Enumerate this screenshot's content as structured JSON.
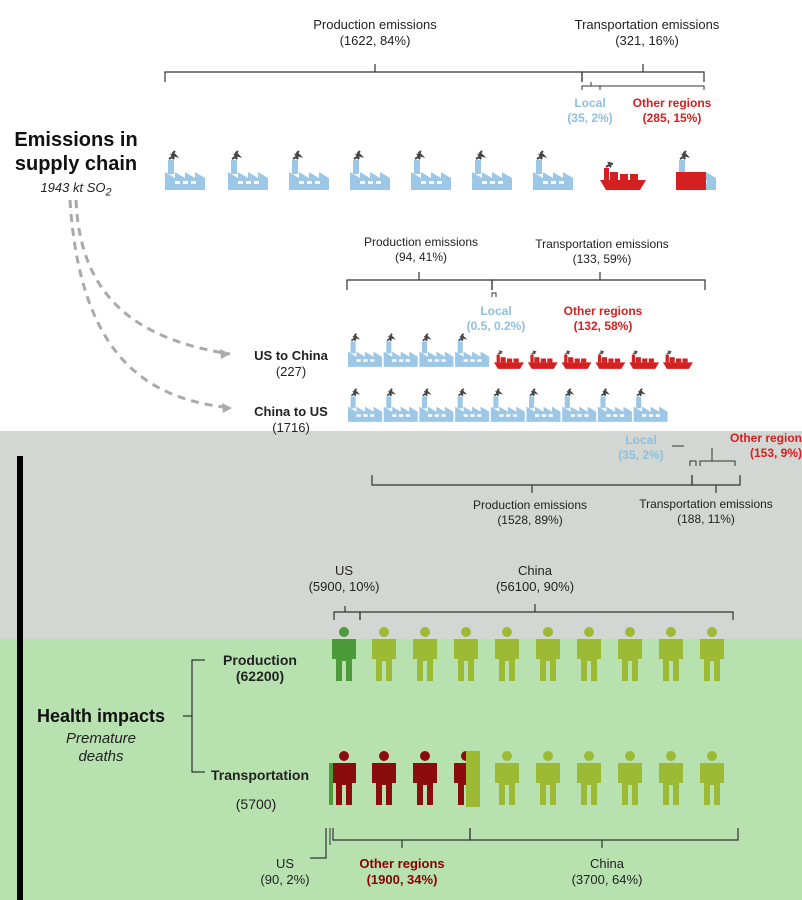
{
  "supply_chain": {
    "title_line1": "Emissions in",
    "title_line2": "supply chain",
    "total": "1943 kt SO",
    "total_sub": "2",
    "production": {
      "label": "Production emissions",
      "value": "(1622, 84%)"
    },
    "transportation": {
      "label": "Transportation emissions",
      "value": "(321, 16%)"
    },
    "local": {
      "label": "Local",
      "value": "(35, 2%)"
    },
    "other_regions": {
      "label": "Other regions",
      "value": "(285, 15%)"
    }
  },
  "us_to_china": {
    "route": "US to China",
    "total": "(227)",
    "production": {
      "label": "Production emissions",
      "value": "(94, 41%)"
    },
    "transportation": {
      "label": "Transportation emissions",
      "value": "(133, 59%)"
    },
    "local": {
      "label": "Local",
      "value": "(0.5, 0.2%)"
    },
    "other_regions": {
      "label": "Other regions",
      "value": "(132, 58%)"
    }
  },
  "china_to_us": {
    "route": "China to US",
    "total": "(1716)",
    "production": {
      "label": "Production emissions",
      "value": "(1528, 89%)"
    },
    "transportation": {
      "label": "Transportation emissions",
      "value": "(188, 11%)"
    },
    "local": {
      "label": "Local",
      "value": "(35, 2%)"
    },
    "other_regions": {
      "label": "Other region",
      "value": "(153, 9%)"
    }
  },
  "health": {
    "title": "Health impacts",
    "subtitle_line1": "Premature",
    "subtitle_line2": "deaths",
    "production": {
      "label": "Production",
      "total": "(62200)"
    },
    "transportation": {
      "label": "Transportation",
      "total": "(5700)"
    },
    "prod_us": {
      "label": "US",
      "value": "(5900, 10%)"
    },
    "prod_china": {
      "label": "China",
      "value": "(56100, 90%)"
    },
    "trans_us": {
      "label": "US",
      "value": "(90, 2%)"
    },
    "trans_other": {
      "label": "Other regions",
      "value": "(1900, 34%)"
    },
    "trans_china": {
      "label": "China",
      "value": "(3700, 64%)"
    }
  },
  "colors": {
    "factory": "#9cc7e6",
    "ship": "#d42020",
    "smoke": "#444444",
    "us_person": "#4c9a3a",
    "china_person": "#9dba35",
    "other_person": "#8b0c0c",
    "gray_band": "#d3d7d3",
    "green_band": "#b7e2b0"
  },
  "icons": [
    "factory-icon",
    "cargo-ship-icon",
    "smoke-icon",
    "person-icon"
  ]
}
